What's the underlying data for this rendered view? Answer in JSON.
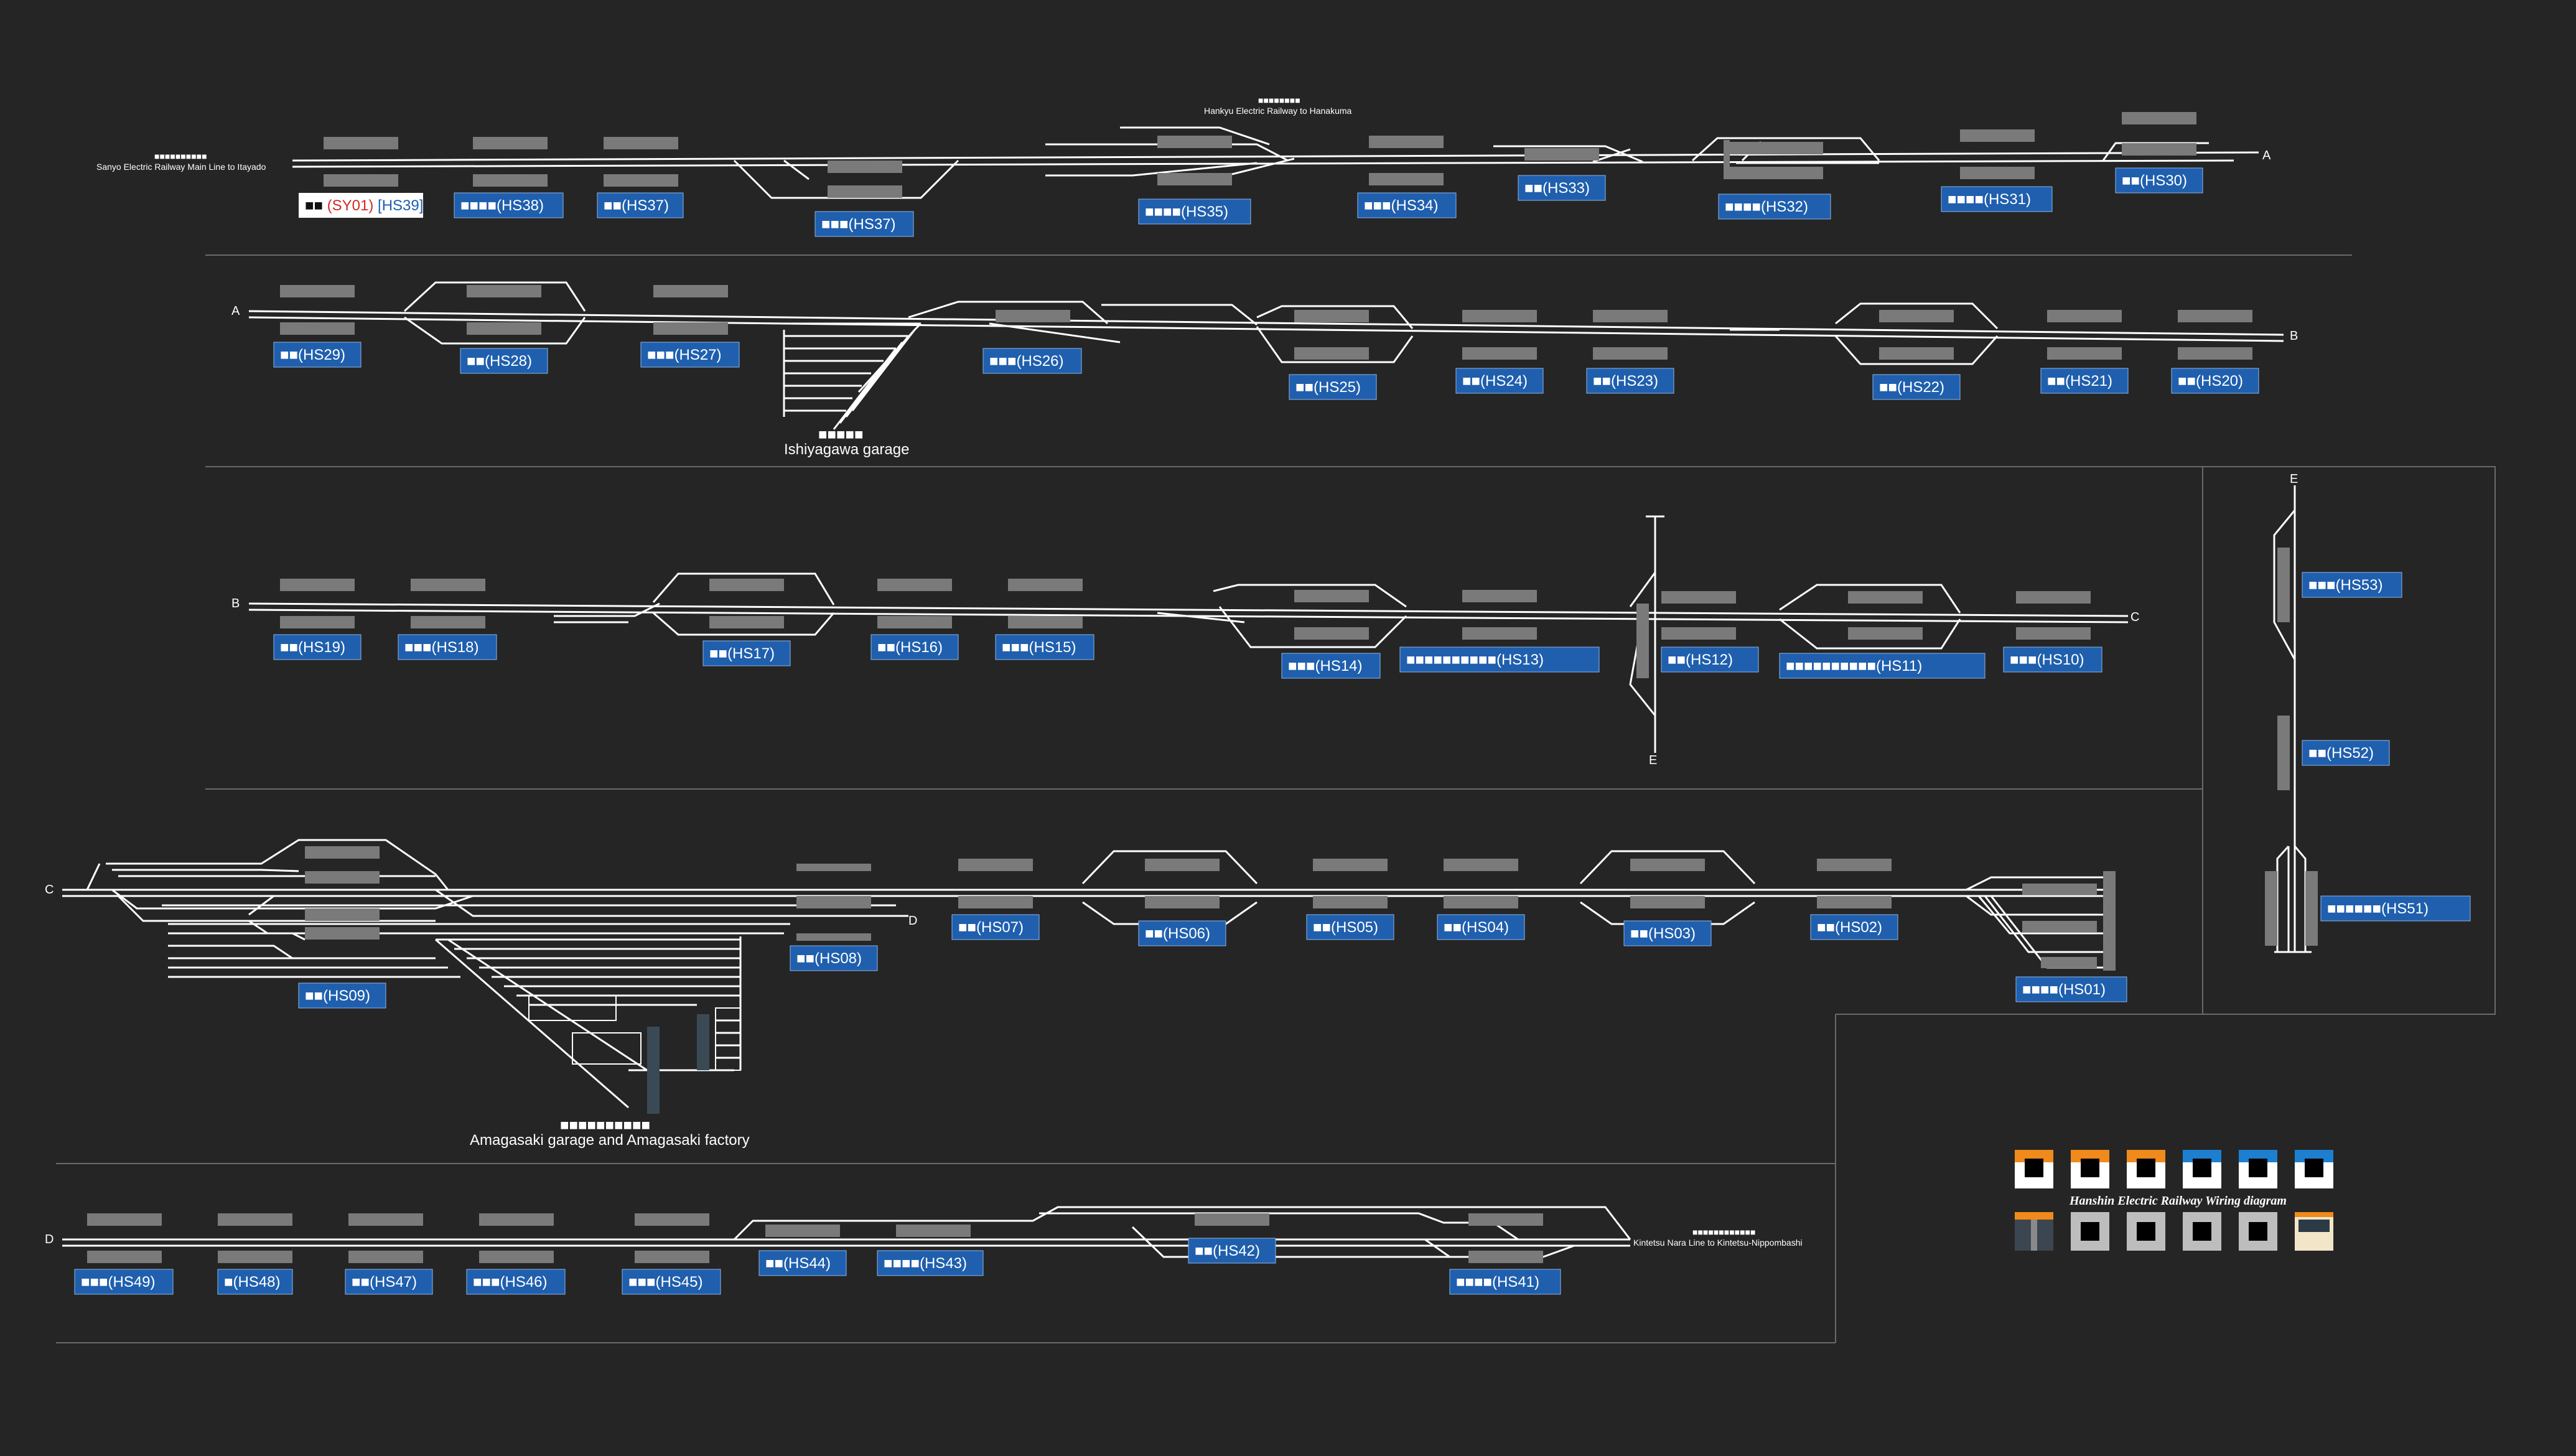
{
  "annotations": {
    "sanyo_jp": "■■■■■■■■■■",
    "sanyo": "Sanyo Electric Railway Main Line to Itayado",
    "hankyu_jp": "■■■■■■■■",
    "hankyu": "Hankyu Electric Railway to Hanakuma",
    "ishiyagawa_jp": "■■■■■",
    "ishiyagawa": "Ishiyagawa garage",
    "amagasaki_jp": "■■■■■■■■■■",
    "amagasaki": "Amagasaki garage and Amagasaki factory",
    "kintetsu_jp": "■■■■■■■■■■■■",
    "kintetsu": "Kintetsu Nara Line to Kintetsu-Nippombashi"
  },
  "special_label": {
    "name": "■■",
    "code1": "(SY01)",
    "code2": "[HS39]"
  },
  "legend": {
    "title": "Hanshin Electric Railway Wiring diagram"
  },
  "colors": {
    "background": "#252525",
    "label": "#1f5fae",
    "platform": "#7a7a7a",
    "track": "#ffffff",
    "legend_orange": "#f08a1c",
    "legend_blue": "#1e7fd0"
  },
  "row_letters": [
    {
      "id": "a-right",
      "t": "A"
    },
    {
      "id": "a-left",
      "t": "A"
    },
    {
      "id": "b-right",
      "t": "B"
    },
    {
      "id": "b-left",
      "t": "B"
    },
    {
      "id": "c-right",
      "t": "C"
    },
    {
      "id": "c-left",
      "t": "C"
    },
    {
      "id": "d-mid",
      "t": "D"
    },
    {
      "id": "d-left",
      "t": "D"
    },
    {
      "id": "e-top1",
      "t": "E"
    },
    {
      "id": "e-bot",
      "t": "E"
    },
    {
      "id": "e-side",
      "t": "E"
    }
  ],
  "stations": [
    {
      "t": "■■■■(HS38)"
    },
    {
      "t": "■■(HS37)"
    },
    {
      "t": "■■■(HS37)"
    },
    {
      "t": "■■■■(HS35)"
    },
    {
      "t": "■■■(HS34)"
    },
    {
      "t": "■■(HS33)"
    },
    {
      "t": "■■■■(HS32)"
    },
    {
      "t": "■■■■(HS31)"
    },
    {
      "t": "■■(HS30)"
    },
    {
      "t": "■■(HS29)"
    },
    {
      "t": "■■(HS28)"
    },
    {
      "t": "■■■(HS27)"
    },
    {
      "t": "■■■(HS26)"
    },
    {
      "t": "■■(HS25)"
    },
    {
      "t": "■■(HS24)"
    },
    {
      "t": "■■(HS23)"
    },
    {
      "t": "■■(HS22)"
    },
    {
      "t": "■■(HS21)"
    },
    {
      "t": "■■(HS20)"
    },
    {
      "t": "■■(HS19)"
    },
    {
      "t": "■■■(HS18)"
    },
    {
      "t": "■■(HS17)"
    },
    {
      "t": "■■(HS16)"
    },
    {
      "t": "■■■(HS15)"
    },
    {
      "t": "■■■(HS14)"
    },
    {
      "t": "■■■■■■■■■■(HS13)"
    },
    {
      "t": "■■(HS12)"
    },
    {
      "t": "■■■■■■■■■■(HS11)"
    },
    {
      "t": "■■■(HS10)"
    },
    {
      "t": "■■■(HS53)"
    },
    {
      "t": "■■(HS52)"
    },
    {
      "t": "■■■■■■(HS51)"
    },
    {
      "t": "■■(HS09)"
    },
    {
      "t": "■■(HS08)"
    },
    {
      "t": "■■(HS07)"
    },
    {
      "t": "■■(HS06)"
    },
    {
      "t": "■■(HS05)"
    },
    {
      "t": "■■(HS04)"
    },
    {
      "t": "■■(HS03)"
    },
    {
      "t": "■■(HS02)"
    },
    {
      "t": "■■■■(HS01)"
    },
    {
      "t": "■■■(HS49)"
    },
    {
      "t": "■(HS48)"
    },
    {
      "t": "■■(HS47)"
    },
    {
      "t": "■■■(HS46)"
    },
    {
      "t": "■■■(HS45)"
    },
    {
      "t": "■■(HS44)"
    },
    {
      "t": "■■■■(HS43)"
    },
    {
      "t": "■■(HS42)"
    },
    {
      "t": "■■■■(HS41)"
    }
  ],
  "legend_icons": [
    {
      "icon": "orange-train-icon"
    },
    {
      "icon": "orange-train-icon"
    },
    {
      "icon": "orange-train-icon"
    },
    {
      "icon": "blue-train-icon"
    },
    {
      "icon": "blue-train-icon"
    },
    {
      "icon": "blue-train-icon"
    },
    {
      "icon": "orange-stripe-train-icon"
    },
    {
      "icon": "gray-train-icon"
    },
    {
      "icon": "gray-train-icon"
    },
    {
      "icon": "gray-train-icon"
    },
    {
      "icon": "gray-train-icon"
    },
    {
      "icon": "cream-train-icon"
    }
  ]
}
